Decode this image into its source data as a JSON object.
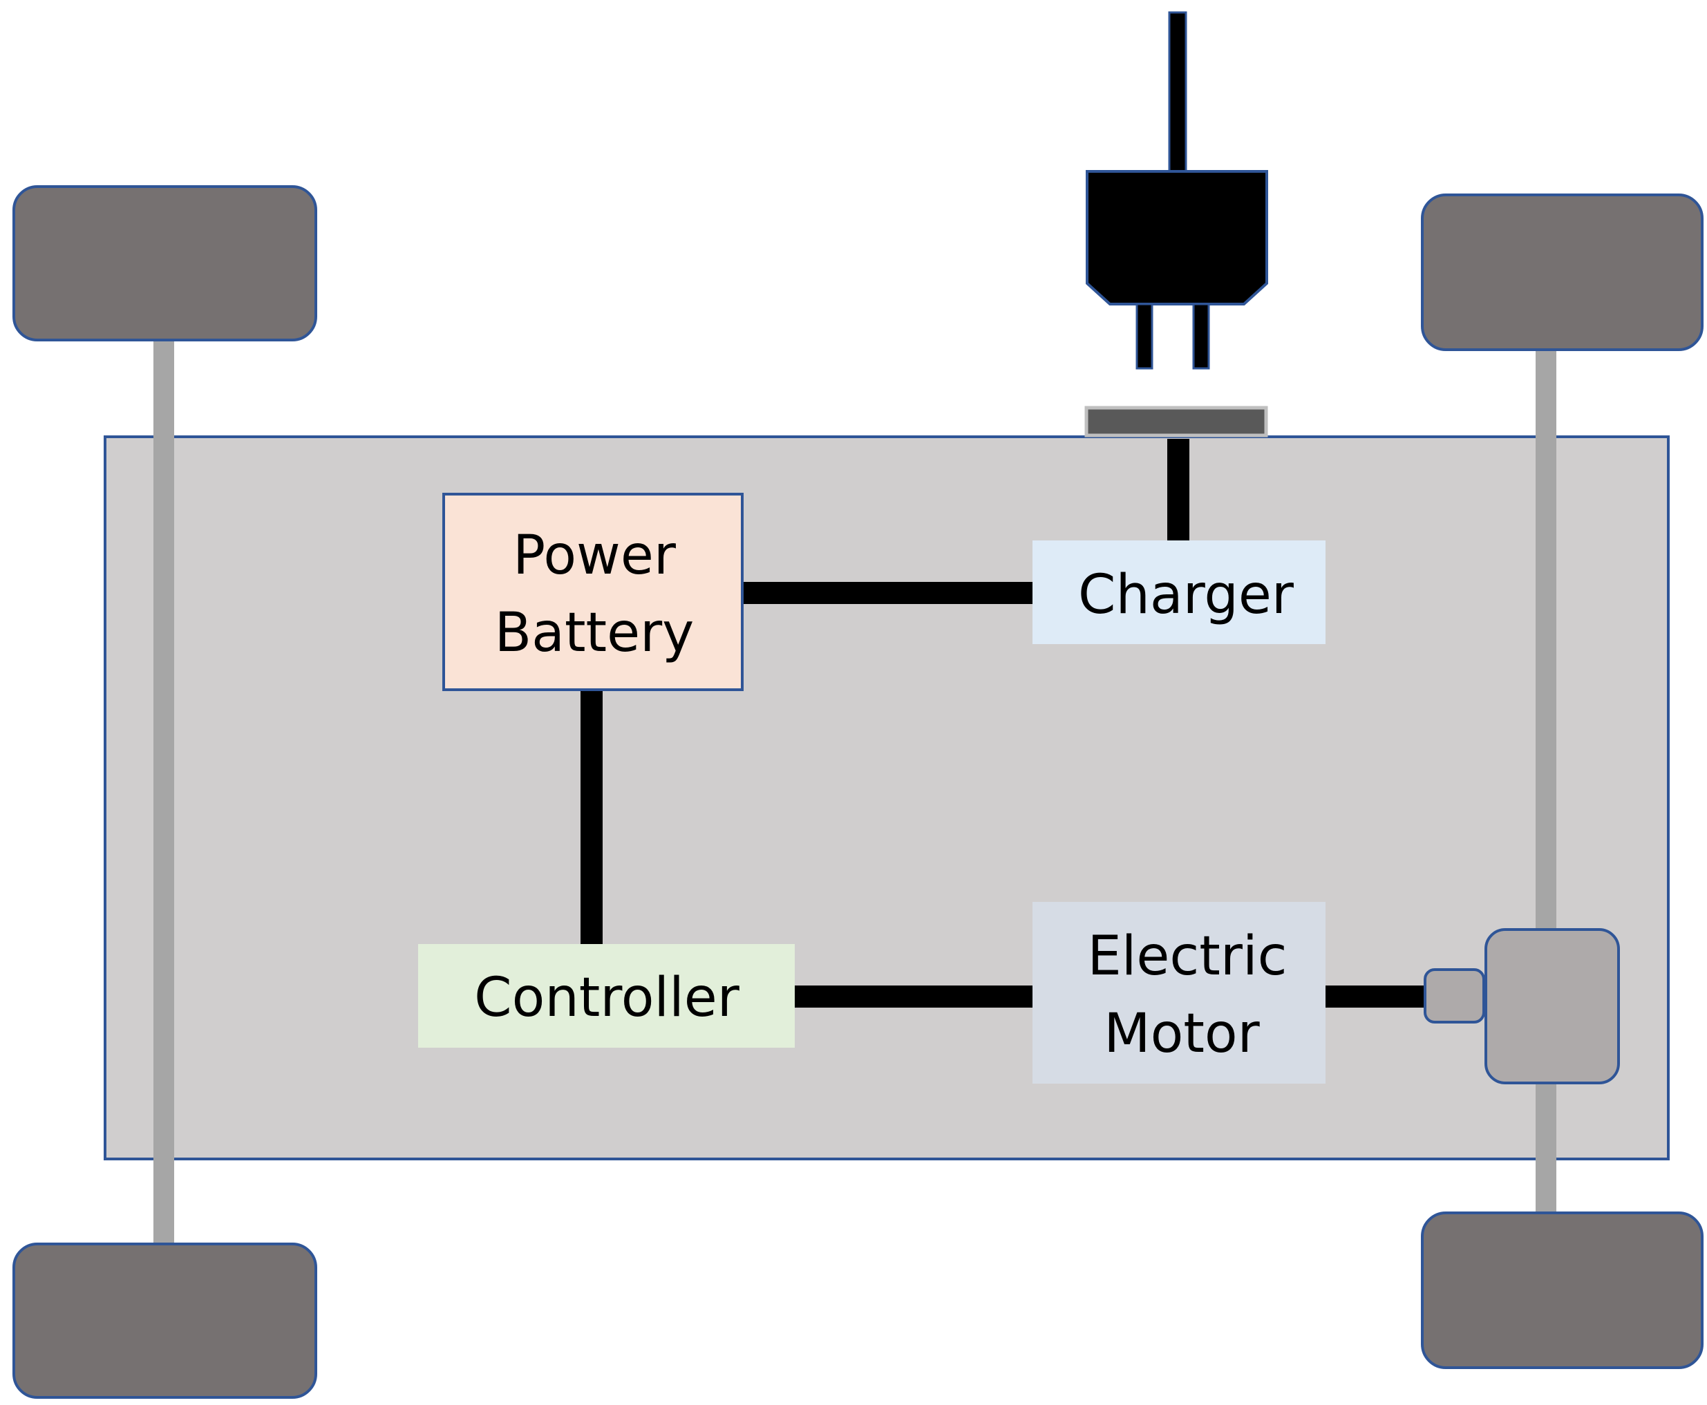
{
  "components": {
    "power_battery": {
      "line1": "Power",
      "line2": "Battery",
      "fill": "#FAE3D6"
    },
    "charger": {
      "label": "Charger",
      "fill": "#DEEBF7"
    },
    "controller": {
      "label": "Controller",
      "fill": "#E2EFDA"
    },
    "electric_motor": {
      "line1": "Electric",
      "line2": "Motor",
      "fill": "#D6DCE5"
    }
  },
  "colors": {
    "chassis": "#D0CECE",
    "outline": "#2F5597",
    "wheel": "#767171",
    "axle": "#A6A6A6",
    "gearbox": "#AEAAAA",
    "wire": "#000000",
    "plug": "#000000",
    "socket": "#595959"
  }
}
